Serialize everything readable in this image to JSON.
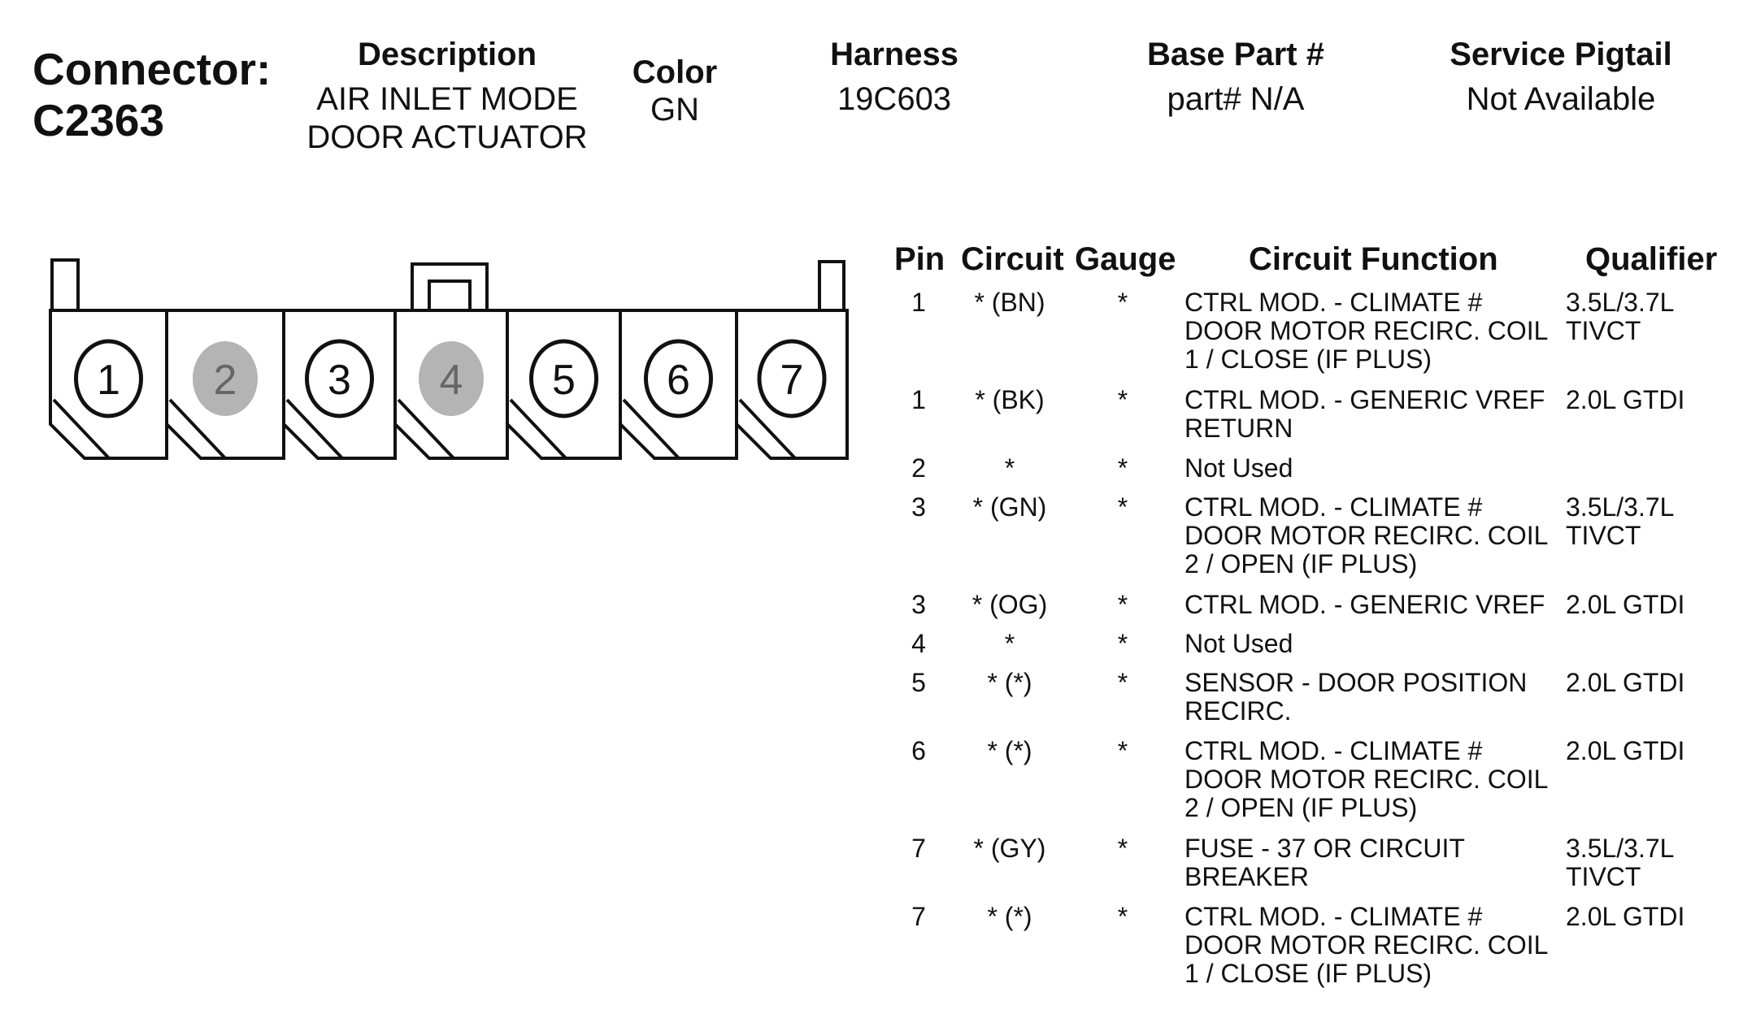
{
  "connector": {
    "label": "Connector:",
    "id": "C2363"
  },
  "header": {
    "description": {
      "label": "Description",
      "lines": [
        "AIR INLET MODE",
        "DOOR ACTUATOR"
      ]
    },
    "color": {
      "label": "Color",
      "value": "GN"
    },
    "harness": {
      "label": "Harness",
      "value": "19C603"
    },
    "base_part": {
      "label": "Base Part #",
      "value": "part# N/A"
    },
    "service_pigtail": {
      "label": "Service Pigtail",
      "value": "Not Available"
    }
  },
  "connector_face": {
    "pins": [
      {
        "number": "1",
        "used": true
      },
      {
        "number": "2",
        "used": false
      },
      {
        "number": "3",
        "used": true
      },
      {
        "number": "4",
        "used": false
      },
      {
        "number": "5",
        "used": true
      },
      {
        "number": "6",
        "used": true
      },
      {
        "number": "7",
        "used": true
      }
    ],
    "unused_fill": "#b4b4b4"
  },
  "table": {
    "columns": [
      "Pin",
      "Circuit",
      "Gauge",
      "Circuit Function",
      "Qualifier"
    ],
    "rows": [
      {
        "pin": "1",
        "circuit": "* (BN)",
        "gauge": "*",
        "function": [
          "CTRL MOD. - CLIMATE #",
          "DOOR MOTOR RECIRC. COIL",
          "1 / CLOSE (IF PLUS)"
        ],
        "qualifier": [
          "3.5L/3.7L",
          "TIVCT"
        ]
      },
      {
        "pin": "1",
        "circuit": "* (BK)",
        "gauge": "*",
        "function": [
          "CTRL MOD. - GENERIC VREF",
          "RETURN"
        ],
        "qualifier": [
          "2.0L GTDI"
        ]
      },
      {
        "pin": "2",
        "circuit": "*",
        "gauge": "*",
        "function": [
          "Not Used"
        ],
        "qualifier": []
      },
      {
        "pin": "3",
        "circuit": "* (GN)",
        "gauge": "*",
        "function": [
          "CTRL MOD. - CLIMATE #",
          "DOOR MOTOR RECIRC. COIL",
          "2 / OPEN (IF PLUS)"
        ],
        "qualifier": [
          "3.5L/3.7L",
          "TIVCT"
        ]
      },
      {
        "pin": "3",
        "circuit": "* (OG)",
        "gauge": "*",
        "function": [
          "CTRL MOD. - GENERIC VREF"
        ],
        "qualifier": [
          "2.0L GTDI"
        ]
      },
      {
        "pin": "4",
        "circuit": "*",
        "gauge": "*",
        "function": [
          "Not Used"
        ],
        "qualifier": []
      },
      {
        "pin": "5",
        "circuit": "* (*)",
        "gauge": "*",
        "function": [
          "SENSOR - DOOR POSITION",
          "RECIRC."
        ],
        "qualifier": [
          "2.0L GTDI"
        ]
      },
      {
        "pin": "6",
        "circuit": "* (*)",
        "gauge": "*",
        "function": [
          "CTRL MOD. - CLIMATE #",
          "DOOR MOTOR RECIRC. COIL",
          "2 / OPEN (IF PLUS)"
        ],
        "qualifier": [
          "2.0L GTDI"
        ]
      },
      {
        "pin": "7",
        "circuit": "* (GY)",
        "gauge": "*",
        "function": [
          "FUSE - 37 OR CIRCUIT",
          "BREAKER"
        ],
        "qualifier": [
          "3.5L/3.7L",
          "TIVCT"
        ]
      },
      {
        "pin": "7",
        "circuit": "* (*)",
        "gauge": "*",
        "function": [
          "CTRL MOD. - CLIMATE #",
          "DOOR MOTOR RECIRC. COIL",
          "1 / CLOSE (IF PLUS)"
        ],
        "qualifier": [
          "2.0L GTDI"
        ]
      }
    ]
  }
}
